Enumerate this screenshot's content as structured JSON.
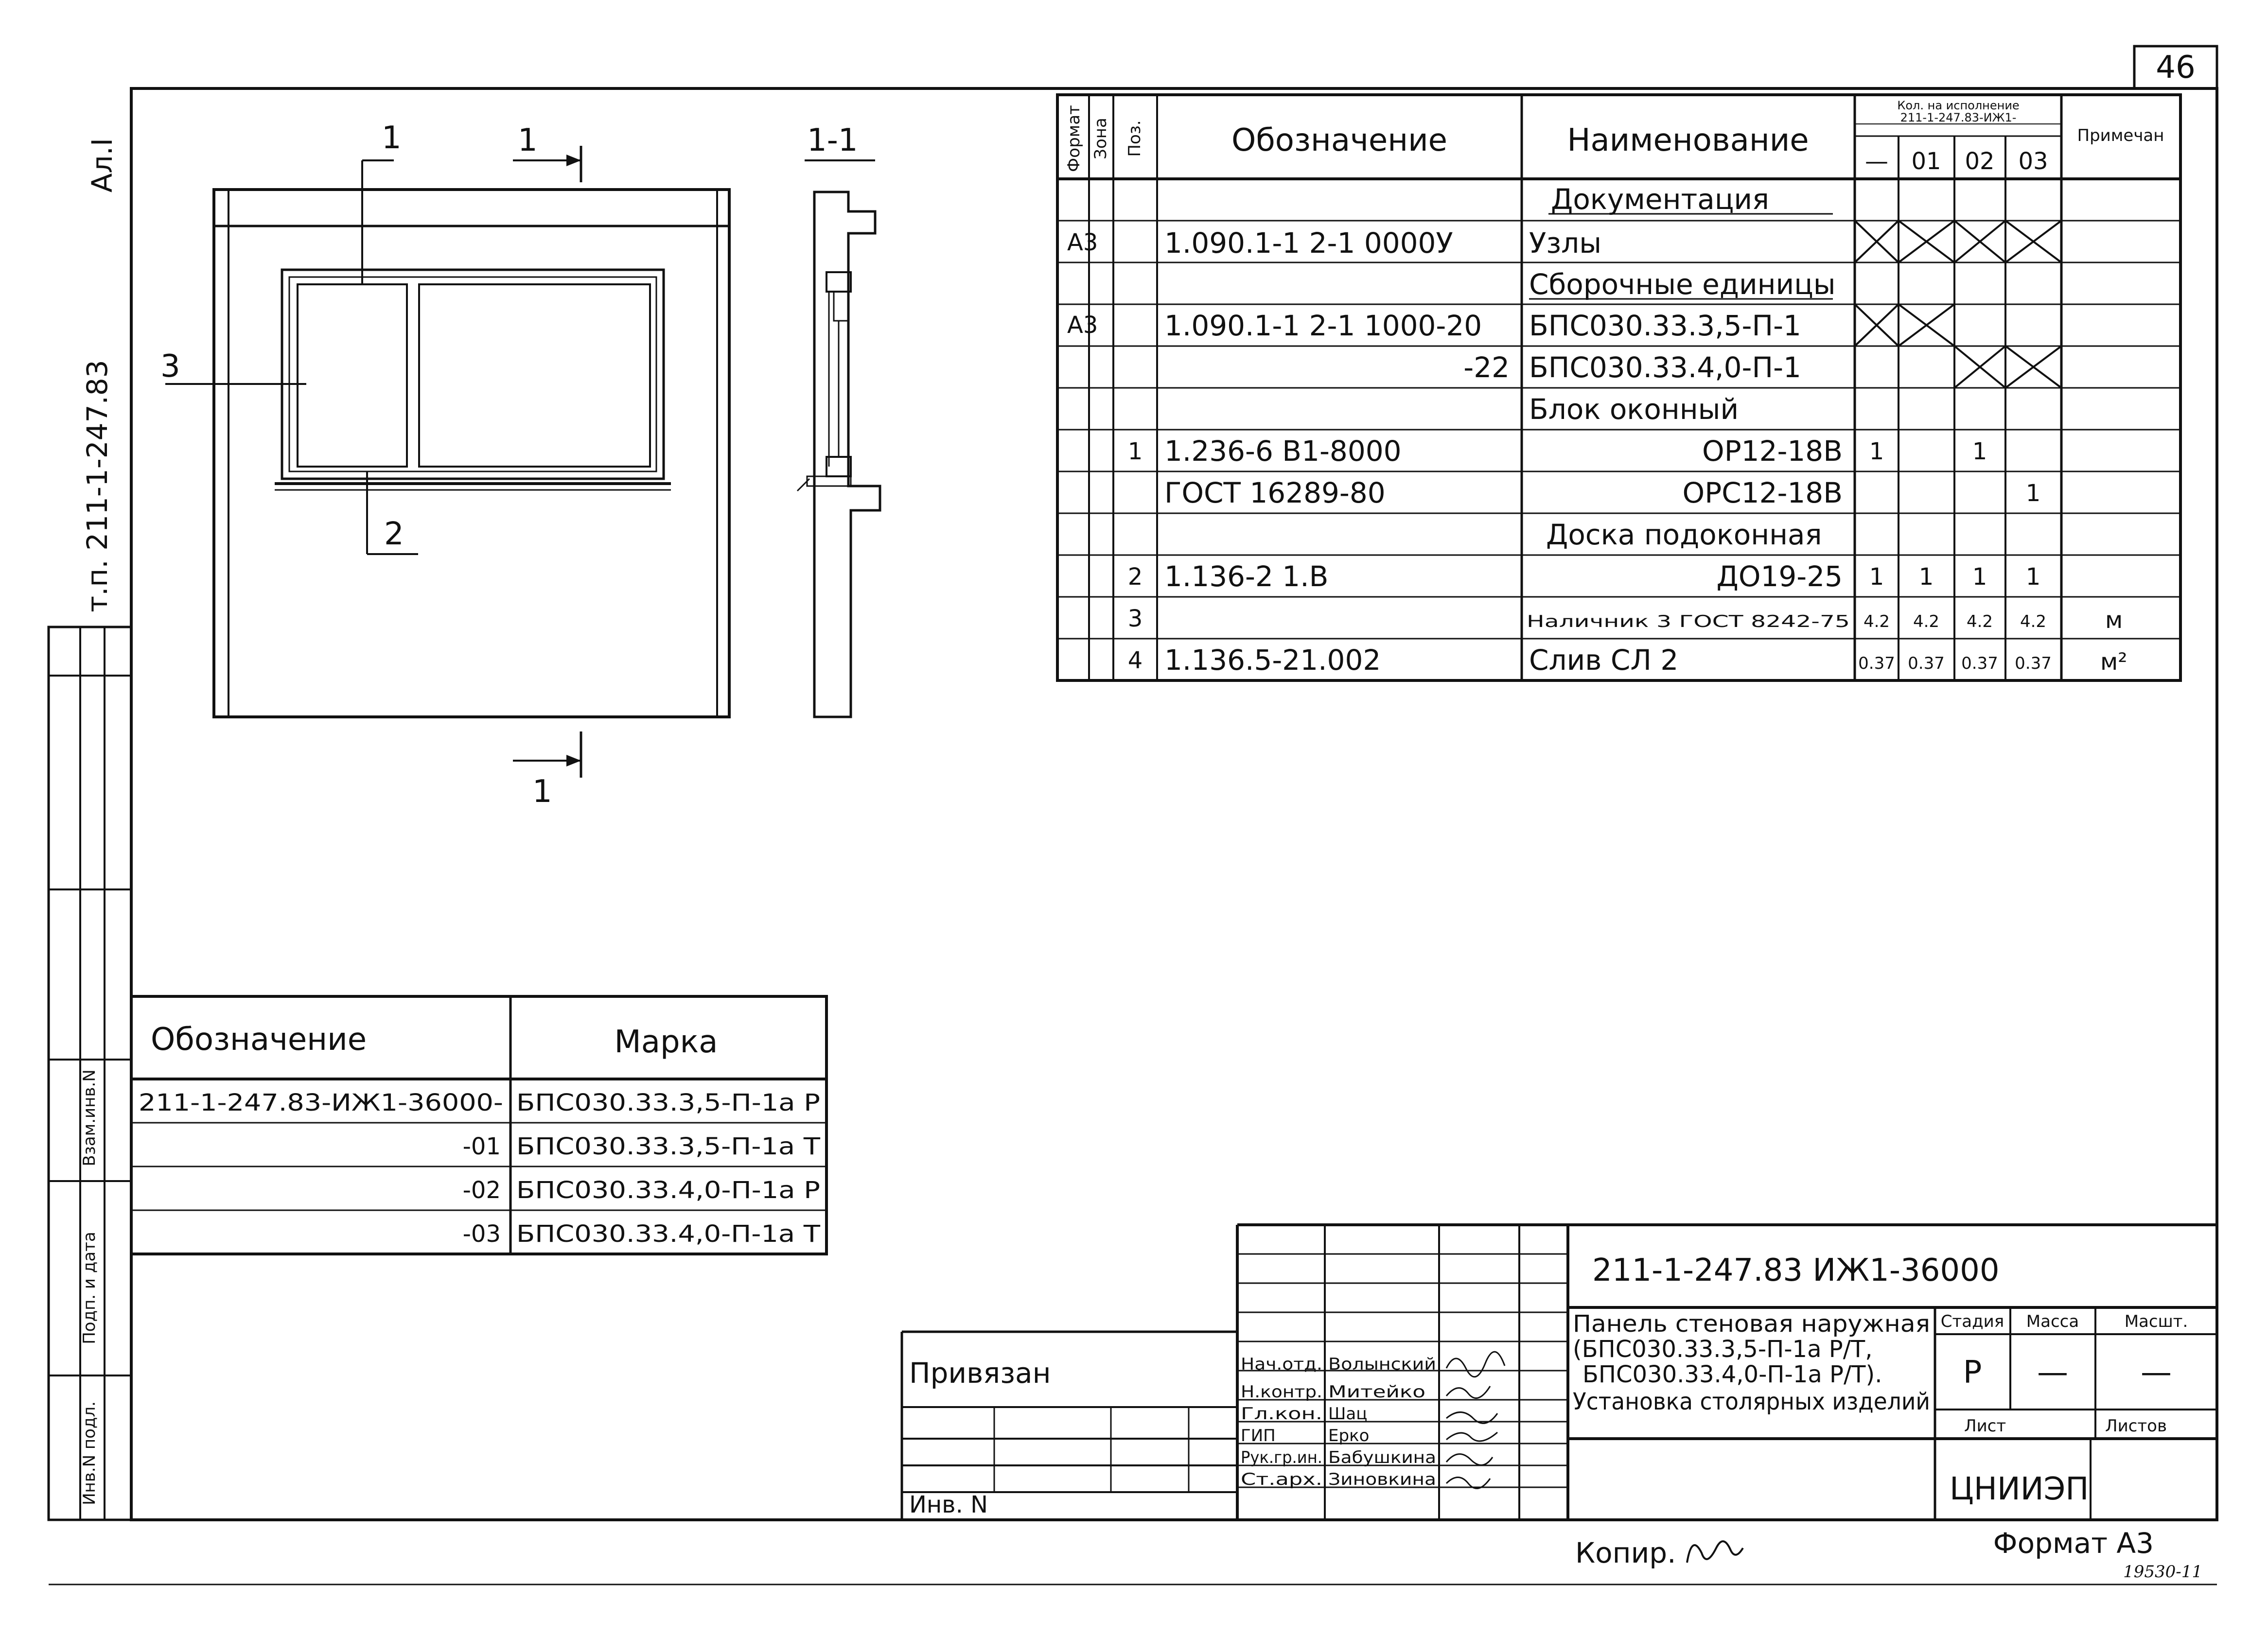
{
  "sheet_number": "46",
  "sheet_mark": "Ал.I",
  "project_code_vertical": "т.п. 211-1-247.83",
  "drawing": {
    "section_label": "1-1",
    "cut_label": "1",
    "leaders": [
      "1",
      "2",
      "3"
    ]
  },
  "spec": {
    "headers": {
      "format": "Формат",
      "zone": "Зона",
      "pos": "Поз.",
      "designation": "Обозначение",
      "name": "Наименование",
      "qty_title": "Кол. на исполнение",
      "qty_doc": "211-1-247.83-ИЖ1-",
      "qty_cols": [
        "—",
        "01",
        "02",
        "03"
      ],
      "notes": "Примечан"
    },
    "rows": [
      {
        "format": "",
        "pos": "",
        "designation": "",
        "name": "Документация",
        "q": [
          "",
          "",
          "",
          ""
        ],
        "note": ""
      },
      {
        "format": "А3",
        "pos": "",
        "designation": "1.090.1-1 2-1 0000У",
        "name": "Узлы",
        "q": [
          "",
          "",
          "",
          ""
        ],
        "note": ""
      },
      {
        "format": "",
        "pos": "",
        "designation": "",
        "name": "Сборочные единицы",
        "q": [
          "",
          "",
          "",
          ""
        ],
        "note": ""
      },
      {
        "format": "А3",
        "pos": "",
        "designation": "1.090.1-1 2-1 1000-20",
        "name": "БПС030.33.3,5-П-1",
        "q": [
          "",
          "",
          "",
          ""
        ],
        "note": ""
      },
      {
        "format": "",
        "pos": "",
        "designation": "-22",
        "name": "БПС030.33.4,0-П-1",
        "q": [
          "",
          "",
          "",
          ""
        ],
        "note": ""
      },
      {
        "format": "",
        "pos": "",
        "designation": "",
        "name": "Блок оконный",
        "q": [
          "",
          "",
          "",
          ""
        ],
        "note": ""
      },
      {
        "format": "",
        "pos": "1",
        "designation": "1.236-6 В1-8000",
        "name": "ОР12-18В",
        "q": [
          "1",
          "",
          "1",
          ""
        ],
        "note": ""
      },
      {
        "format": "",
        "pos": "",
        "designation": "ГОСТ 16289-80",
        "name": "ОРС12-18В",
        "q": [
          "",
          "",
          "",
          "1"
        ],
        "note": ""
      },
      {
        "format": "",
        "pos": "",
        "designation": "",
        "name": "Доска подоконная",
        "q": [
          "",
          "",
          "",
          ""
        ],
        "note": ""
      },
      {
        "format": "",
        "pos": "2",
        "designation": "1.136-2 1.В",
        "name": "ДО19-25",
        "q": [
          "1",
          "1",
          "1",
          "1"
        ],
        "note": ""
      },
      {
        "format": "",
        "pos": "3",
        "designation": "",
        "name": "Наличник 3 ГОСТ 8242-75",
        "q": [
          "4.2",
          "4.2",
          "4.2",
          "4.2"
        ],
        "note": "м"
      },
      {
        "format": "",
        "pos": "4",
        "designation": "1.136.5-21.002",
        "name": "Слив СЛ 2",
        "q": [
          "0.37",
          "0.37",
          "0.37",
          "0.37"
        ],
        "note": "м²"
      }
    ]
  },
  "marks_table": {
    "headers": {
      "designation": "Обозначение",
      "mark": "Марка"
    },
    "rows": [
      {
        "designation": "211-1-247.83-ИЖ1-36000-",
        "mark": "БПС030.33.3,5-П-1а Р"
      },
      {
        "designation": "-01",
        "mark": "БПС030.33.3,5-П-1а Т"
      },
      {
        "designation": "-02",
        "mark": "БПС030.33.4,0-П-1а Р"
      },
      {
        "designation": "-03",
        "mark": "БПС030.33.4,0-П-1а Т"
      }
    ]
  },
  "left_strip": {
    "labels": [
      "Инв.N подл.",
      "Подп. и дата",
      "Взам.инв.N"
    ]
  },
  "title_block": {
    "doc_number": "211-1-247.83 ИЖ1-36000",
    "title_lines": [
      "Панель стеновая наружная",
      "(БПС030.33.3,5-П-1а Р/Т,",
      "БПС030.33.4,0-П-1а Р/Т).",
      "Установка столярных изделий"
    ],
    "stage_header": "Стадия",
    "mass_header": "Масса",
    "scale_header": "Масшт.",
    "stage_value": "Р",
    "mass_value": "—",
    "scale_value": "—",
    "sheet_header": "Лист",
    "sheets_header": "Листов",
    "organization": "ЦНИИЭП",
    "tied_label": "Привязан",
    "inv_label": "Инв. N",
    "staff": [
      {
        "role": "Нач.отд.",
        "name": "Волынский"
      },
      {
        "role": "Н.контр.",
        "name": "Митейко"
      },
      {
        "role": "Гл.кон.",
        "name": "Шац"
      },
      {
        "role": "ГИП",
        "name": "Ерко"
      },
      {
        "role": "Рук.гр.ин.",
        "name": "Бабушкина"
      },
      {
        "role": "Ст.арх.",
        "name": "Зиновкина"
      }
    ]
  },
  "footer": {
    "copied_label": "Копир.",
    "format_label": "Формат А3",
    "archive_number": "19530-11"
  }
}
